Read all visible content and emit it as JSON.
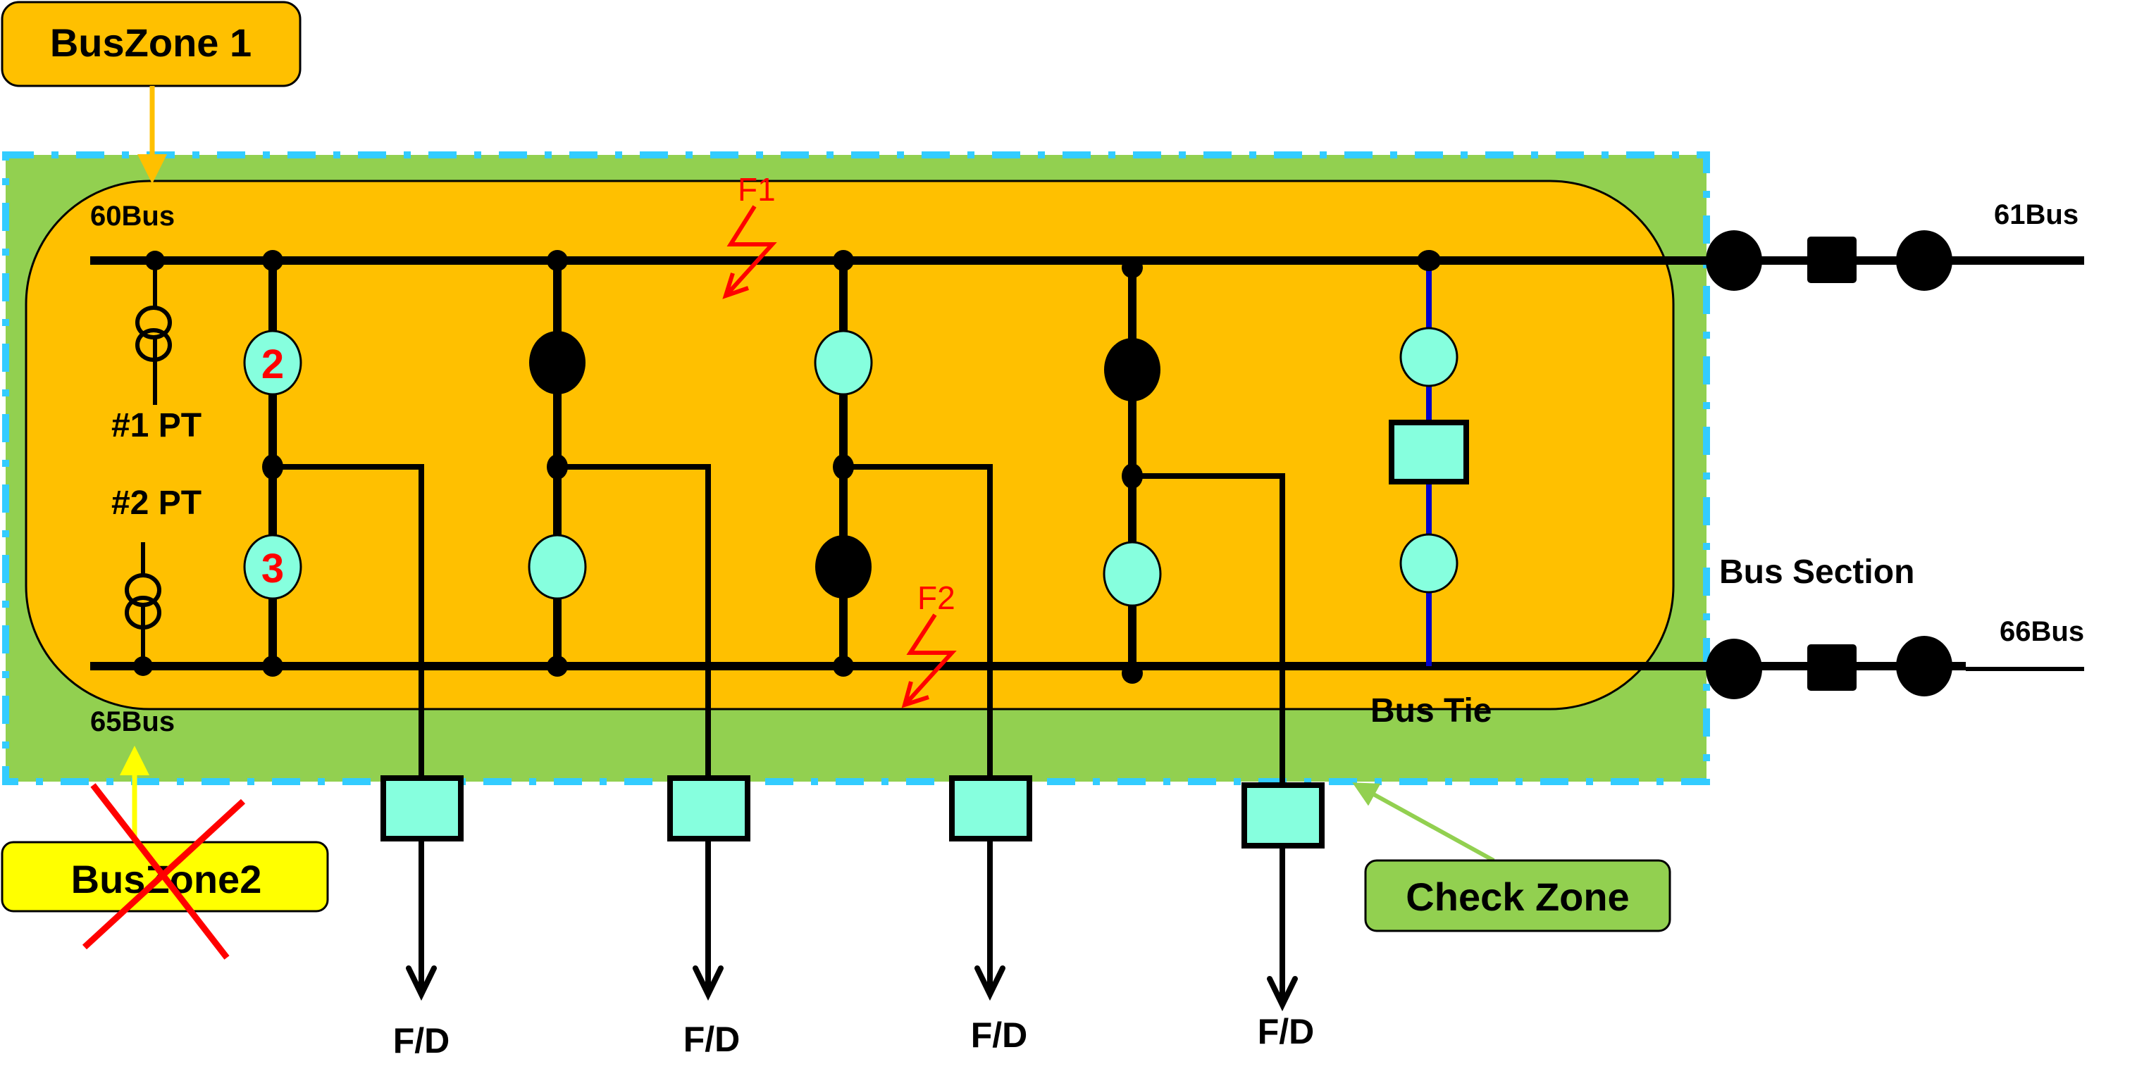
{
  "title_boxes": {
    "bus_zone_1": "BusZone 1",
    "bus_zone_2": "BusZone2",
    "check_zone": "Check Zone"
  },
  "buses": {
    "top_left": "60Bus",
    "bottom_left": "65Bus",
    "top_right": "61Bus",
    "bottom_right": "66Bus"
  },
  "labels": {
    "pt1": "#1 PT",
    "pt2": "#2 PT",
    "bus_section": "Bus Section",
    "bus_tie": "Bus Tie",
    "fault1": "F1",
    "fault2": "F2",
    "ct_upper_col1": "2",
    "ct_lower_col1": "3"
  },
  "feeders": [
    {
      "label": "F/D"
    },
    {
      "label": "F/D"
    },
    {
      "label": "F/D"
    },
    {
      "label": "F/D"
    }
  ],
  "bay_states": [
    {
      "bay": 1,
      "upper_isolator": "open",
      "lower_isolator": "open"
    },
    {
      "bay": 2,
      "upper_isolator": "closed",
      "lower_isolator": "open"
    },
    {
      "bay": 3,
      "upper_isolator": "open",
      "lower_isolator": "closed"
    },
    {
      "bay": 4,
      "upper_isolator": "closed",
      "lower_isolator": "open"
    }
  ],
  "bus_zone_2_status": "disabled",
  "colors": {
    "bus_zone_1": "#FFC000",
    "bus_zone_2": "#FFFF00",
    "check_zone": "#92D050",
    "zone_border": "#33CCFF",
    "ct_fill": "#86FFDE",
    "fault": "#FF0000",
    "tie_line": "#0000CC"
  }
}
